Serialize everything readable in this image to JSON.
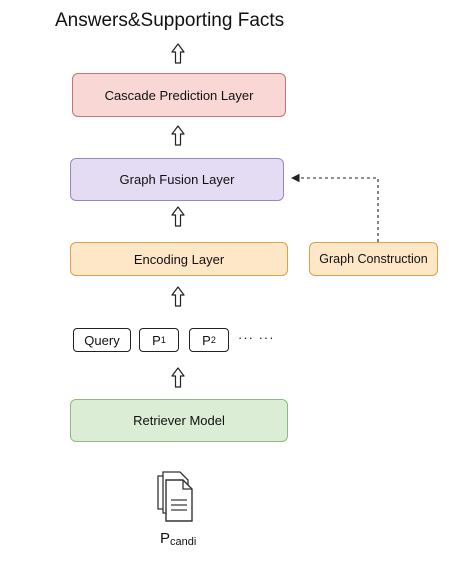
{
  "title": "Answers&Supporting Facts",
  "layers": {
    "cascade": "Cascade Prediction Layer",
    "fusion": "Graph Fusion Layer",
    "encoding": "Encoding Layer",
    "graph_construction": "Graph Construction",
    "retriever": "Retriever Model"
  },
  "inputs": {
    "query": "Query",
    "p1_base": "P",
    "p1_sub": "1",
    "p2_base": "P",
    "p2_sub": "2",
    "ellipsis": "··· ···"
  },
  "candidates": {
    "base": "P",
    "sub": "candi"
  },
  "colors": {
    "cascade_fill": "#f8d7d5",
    "fusion_fill": "#e3dcf2",
    "encoding_fill": "#fde7c6",
    "retriever_fill": "#dcedd6"
  },
  "icons": [
    "up-arrow-icon",
    "dashed-arrow-icon",
    "document-stack-icon"
  ]
}
